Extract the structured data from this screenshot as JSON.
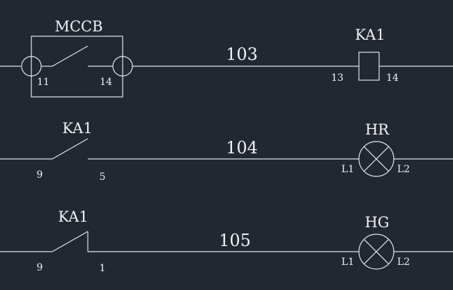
{
  "colors": {
    "background": "#222831",
    "line": "#e6e6e6",
    "text": "#f2f2f2"
  },
  "rung1": {
    "breaker": {
      "label": "MCCB",
      "pin_left": "11",
      "pin_right": "14"
    },
    "wire_label": "103",
    "coil": {
      "label": "KA1",
      "pin_left": "13",
      "pin_right": "14"
    }
  },
  "rung2": {
    "contact": {
      "label": "KA1",
      "type": "normally-open",
      "pin_left": "9",
      "pin_right": "5"
    },
    "wire_label": "104",
    "lamp": {
      "label": "HR",
      "pin_left": "L1",
      "pin_right": "L2",
      "icon": "lamp-icon"
    }
  },
  "rung3": {
    "contact": {
      "label": "KA1",
      "type": "normally-closed",
      "pin_left": "9",
      "pin_right": "1"
    },
    "wire_label": "105",
    "lamp": {
      "label": "HG",
      "pin_left": "L1",
      "pin_right": "L2",
      "icon": "lamp-icon"
    }
  }
}
